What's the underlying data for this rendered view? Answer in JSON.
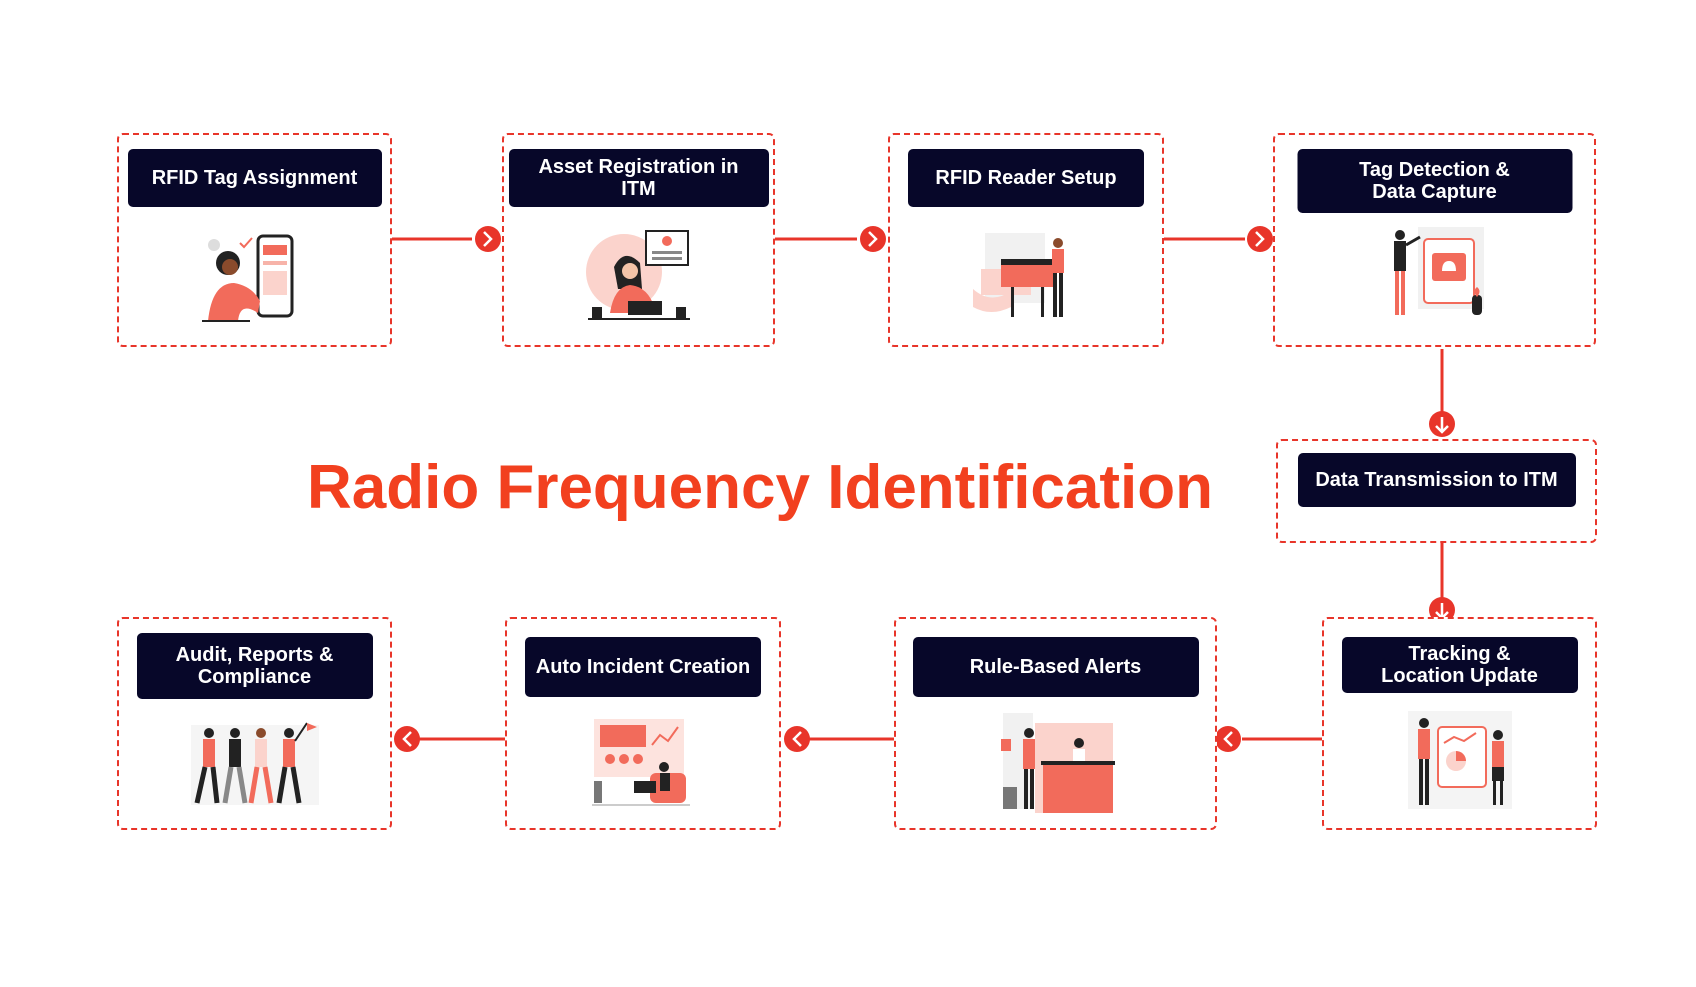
{
  "title": "Radio Frequency Identification",
  "colors": {
    "accent": "#e8352a",
    "label_bg": "#070729",
    "title": "#f2401f"
  },
  "steps": [
    {
      "label": "RFID Tag Assignment"
    },
    {
      "label": "Asset Registration in ITM"
    },
    {
      "label": "RFID Reader Setup"
    },
    {
      "label": "Tag Detection &\nData Capture"
    },
    {
      "label": "Data Transmission to ITM"
    },
    {
      "label": "Tracking &\nLocation Update"
    },
    {
      "label": "Rule-Based Alerts"
    },
    {
      "label": "Auto Incident Creation"
    },
    {
      "label": "Audit, Reports &\nCompliance"
    }
  ]
}
